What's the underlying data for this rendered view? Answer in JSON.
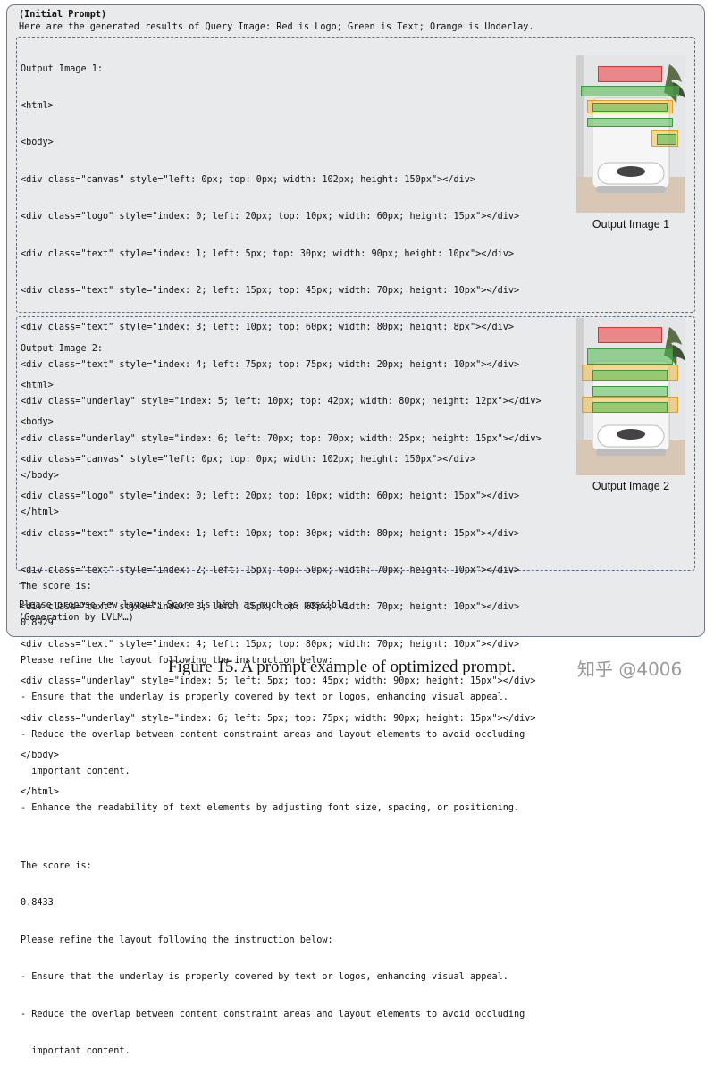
{
  "header": {
    "title": "(Initial Prompt)",
    "intro": "Here are the generated results of Query Image: Red is Logo; Green is Text; Orange is Underlay."
  },
  "panels": [
    {
      "lines": [
        "Output Image 1:",
        "<html>",
        "<body>",
        "<div class=\"canvas\" style=\"left: 0px; top: 0px; width: 102px; height: 150px\"></div>",
        "<div class=\"logo\" style=\"index: 0; left: 20px; top: 10px; width: 60px; height: 15px\"></div>",
        "<div class=\"text\" style=\"index: 1; left: 5px; top: 30px; width: 90px; height: 10px\"></div>",
        "<div class=\"text\" style=\"index: 2; left: 15px; top: 45px; width: 70px; height: 10px\"></div>",
        "<div class=\"text\" style=\"index: 3; left: 10px; top: 60px; width: 80px; height: 8px\"></div>",
        "<div class=\"text\" style=\"index: 4; left: 75px; top: 75px; width: 20px; height: 10px\"></div>",
        "<div class=\"underlay\" style=\"index: 5; left: 10px; top: 42px; width: 80px; height: 12px\"></div>",
        "<div class=\"underlay\" style=\"index: 6; left: 70px; top: 70px; width: 25px; height: 15px\"></div>",
        "</body>",
        "</html>",
        "",
        "The score is:",
        "0.8929",
        "Please refine the layout following the instruction below:",
        "- Ensure that the underlay is properly covered by text or logos, enhancing visual appeal.",
        "- Reduce the overlap between content constraint areas and layout elements to avoid occluding",
        "  important content.",
        "- Enhance the readability of text elements by adjusting font size, spacing, or positioning."
      ],
      "caption": "Output Image 1"
    },
    {
      "lines": [
        "Output Image 2:",
        "<html>",
        "<body>",
        "<div class=\"canvas\" style=\"left: 0px; top: 0px; width: 102px; height: 150px\"></div>",
        "<div class=\"logo\" style=\"index: 0; left: 20px; top: 10px; width: 60px; height: 15px\"></div>",
        "<div class=\"text\" style=\"index: 1; left: 10px; top: 30px; width: 80px; height: 15px\"></div>",
        "<div class=\"text\" style=\"index: 2; left: 15px; top: 50px; width: 70px; height: 10px\"></div>",
        "<div class=\"text\" style=\"index: 3; left: 15px; top: 65px; width: 70px; height: 10px\"></div>",
        "<div class=\"text\" style=\"index: 4; left: 15px; top: 80px; width: 70px; height: 10px\"></div>",
        "<div class=\"underlay\" style=\"index: 5; left: 5px; top: 45px; width: 90px; height: 15px\"></div>",
        "<div class=\"underlay\" style=\"index: 6; left: 5px; top: 75px; width: 90px; height: 15px\"></div>",
        "</body>",
        "</html>",
        "",
        "The score is:",
        "0.8433",
        "Please refine the layout following the instruction below:",
        "- Ensure that the underlay is properly covered by text or logos, enhancing visual appeal.",
        "- Reduce the overlap between content constraint areas and layout elements to avoid occluding",
        "  important content."
      ],
      "caption": "Output Image 2"
    }
  ],
  "footer": {
    "ellipsis": "……",
    "line1": "Please propose new layout; Score is high as much as possible.",
    "line2": "(Generation by LVLM…)"
  },
  "figure_caption": "Figure 15. A prompt example of optimized prompt.",
  "watermark": "知乎 @4006",
  "colors": {
    "logo": "#e23c3c",
    "text": "#4cb84c",
    "underlay": "#f0b428",
    "frame_bg": "#e9eaec",
    "frame_border": "#6c7a8c"
  }
}
